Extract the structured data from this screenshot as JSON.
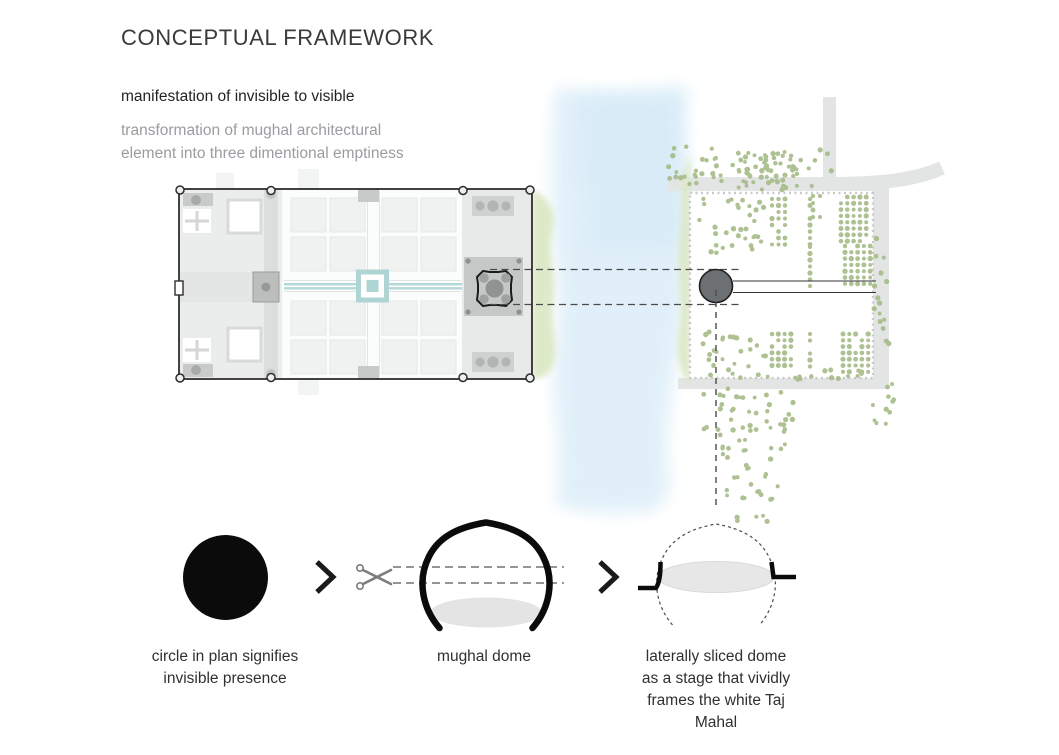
{
  "header": {
    "title": "CONCEPTUAL FRAMEWORK",
    "statement": "manifestation of invisible to visible",
    "description_line1": "transformation of mughal architectural",
    "description_line2": "element into three dimentional emptiness"
  },
  "process": {
    "steps": [
      {
        "name": "invisible-circle",
        "caption_lines": [
          "circle in plan signifies",
          "invisible presence"
        ]
      },
      {
        "name": "mughal-dome",
        "caption_lines": [
          "mughal dome"
        ]
      },
      {
        "name": "laterally-sliced-dome",
        "caption_lines": [
          "laterally sliced dome",
          "as a stage that vividly",
          "frames the white Taj",
          "Mahal"
        ]
      }
    ]
  },
  "icons": [
    "scissors-icon",
    "chevron-right-icon",
    "dome-location-marker",
    "tree-dot"
  ],
  "colors": {
    "water_channel_teal": "#aed4d4",
    "river_blue": "#d9ecf8",
    "bank_green": "#dce8c6",
    "tree_green": "#a7bc89",
    "plan_light_gray": "#ebecec",
    "plan_mid_gray": "#c6c8c8",
    "marker_gray": "#6d7072",
    "ink_black": "#0b0b0b"
  }
}
